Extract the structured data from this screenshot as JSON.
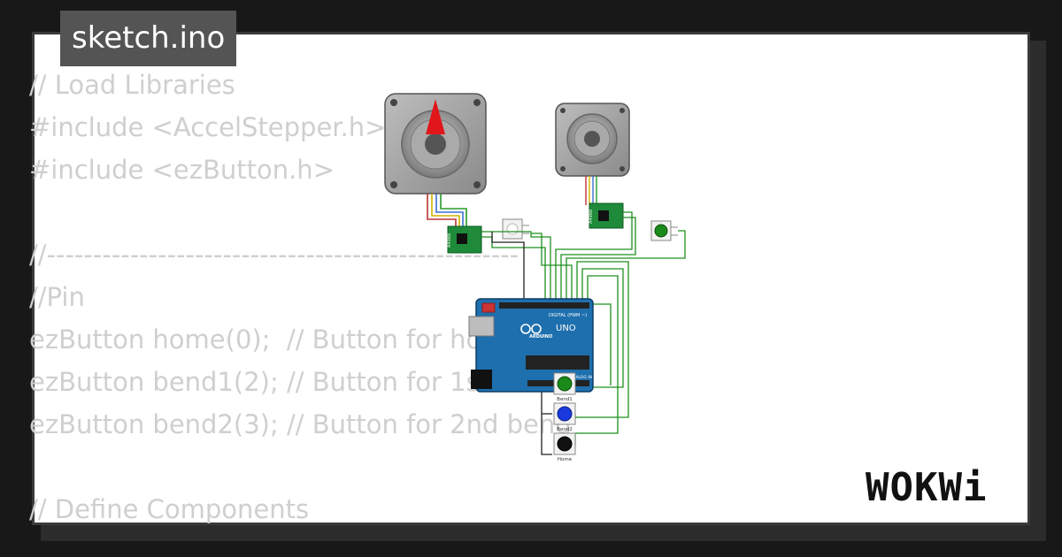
{
  "tab": {
    "filename": "sketch.ino"
  },
  "code": {
    "lines": [
      "// Load Libraries",
      "#include <AccelStepper.h>",
      "#include <ezButton.h>",
      "",
      "//---------------------------------------------------",
      "//Pin",
      "ezButton home(0);  // Button for home",
      "ezButton bend1(2); // Button for 1st bend",
      "ezButton bend2(3); // Button for 2nd bend",
      "",
      "// Define Components"
    ]
  },
  "circuit": {
    "driver_label": "A4988",
    "board": {
      "model": "UNO",
      "brand": "ARDUINO",
      "header": "DIGITAL (PWM ~)",
      "analog": "ANALOG IN"
    },
    "buttons": [
      {
        "label": "Bend1",
        "color": "#1a8a1a"
      },
      {
        "label": "Bend2",
        "color": "#1a3ae0"
      },
      {
        "label": "Home",
        "color": "#111111"
      }
    ],
    "colors": {
      "pcb": "#1f8a3a",
      "uno": "#1e6fae",
      "wire": "#1f8f1f",
      "pointer": "#e0161a"
    }
  },
  "brand": {
    "logo": "WOKWi"
  }
}
